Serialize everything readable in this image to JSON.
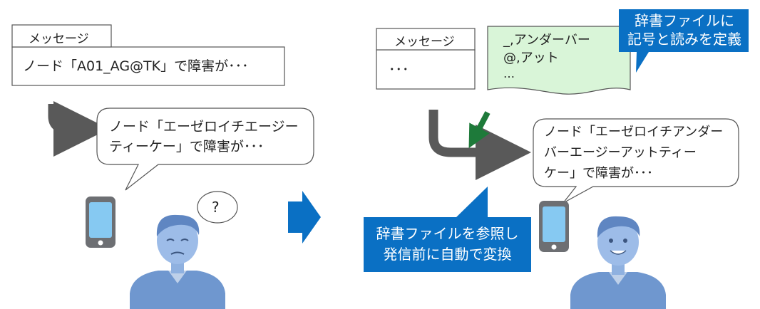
{
  "left": {
    "message_tab": "メッセージ",
    "message_text": "ノード「A01_AG@TK」で障害が･･･",
    "speech_lines": [
      "ノード「エーゼロイチエージー",
      "ティーケー」で障害が･･･"
    ],
    "question_mark": "?"
  },
  "right": {
    "message_tab": "メッセージ",
    "message_text": "･･･",
    "dict_lines": [
      "_,アンダーバー",
      "@,アット",
      "…"
    ],
    "speech_lines": [
      "ノード「エーゼロイチアンダー",
      "バーエージーアットティー",
      "ケー」で障害が･･･"
    ],
    "callout_top": [
      "辞書ファイルに",
      "記号と読みを定義"
    ],
    "callout_bottom": [
      "辞書ファイルを参照し",
      "発信前に自動で変換"
    ]
  },
  "colors": {
    "callout_blue": "#0a70c4",
    "dict_fill": "#d9f5d8",
    "arrow_gray": "#595959",
    "arrow_green": "#1e7a3a",
    "phone_screen": "#86c9f2",
    "person": "#7ea6d8"
  }
}
